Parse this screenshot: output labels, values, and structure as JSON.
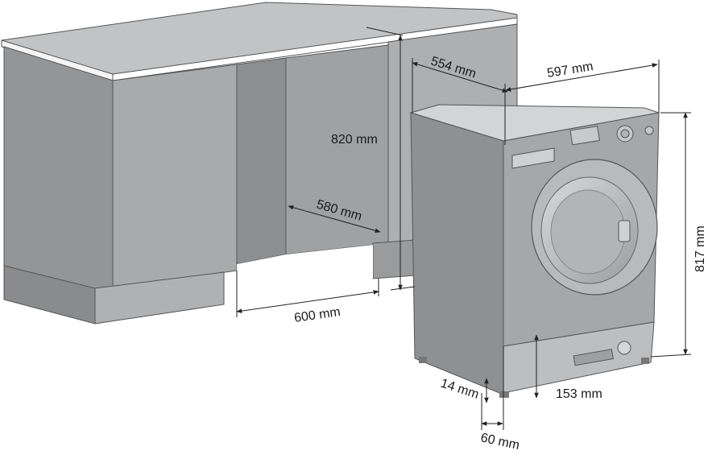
{
  "colors": {
    "cabinet_front": "#a7a8aa",
    "cabinet_side": "#939496",
    "cabinet_top": "#c2c3c5",
    "worktop_edge": "#ffffff",
    "machine_body": "#a3a4a6",
    "machine_side": "#8e8f91",
    "dimension_line": "#222222"
  },
  "dimensions": {
    "cabinet_height": "820 mm",
    "cabinet_depth_top": "554 mm",
    "recess_depth": "580 mm",
    "recess_width": "600 mm",
    "machine_width": "597 mm",
    "machine_height": "817 mm",
    "foot_height": "14 mm",
    "door_offset": "60 mm",
    "plinth_clearance": "153 mm"
  }
}
